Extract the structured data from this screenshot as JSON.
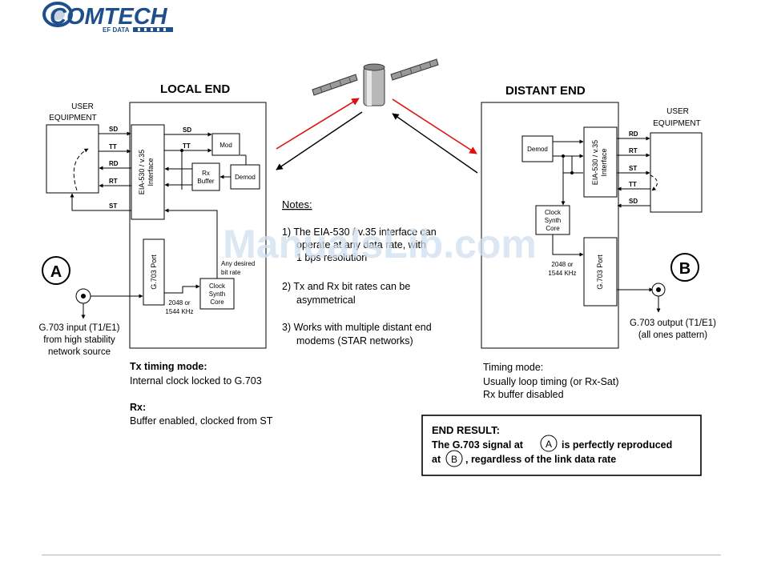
{
  "logo": {
    "brand": "COMTECH",
    "sub": "EF DATA",
    "accent": "#1f4e8c"
  },
  "watermark": "ManualsLib.com",
  "colors": {
    "uplink_arrow": "#e01010",
    "downlink_arrow": "#000000",
    "watermark": "#cfe0f0"
  },
  "local": {
    "heading": "LOCAL END",
    "user_equipment": [
      "USER",
      "EQUIPMENT"
    ],
    "signals": [
      "SD",
      "TT",
      "RD",
      "RT",
      "ST"
    ],
    "internal_signals": [
      "SD",
      "TT"
    ],
    "interface": [
      "EIA-530 / v.35",
      "Interface"
    ],
    "mod": "Mod",
    "rx_buffer": [
      "Rx",
      "Buffer"
    ],
    "demod": "Demod",
    "g703_port": "G.703 Port",
    "clock_synth": [
      "Clock",
      "Synth",
      "Core"
    ],
    "any_rate": [
      "Any desired",
      "bit rate"
    ],
    "freq": [
      "2048 or",
      "1544 KHz"
    ],
    "marker": "A",
    "input_caption": [
      "G.703 input (T1/E1)",
      "from high stability",
      "network source"
    ]
  },
  "distant": {
    "heading": "DISTANT END",
    "user_equipment": [
      "USER",
      "EQUIPMENT"
    ],
    "signals": [
      "RD",
      "RT",
      "ST",
      "TT",
      "SD"
    ],
    "demod": "Demod",
    "interface": [
      "EIA-530 / v.35",
      "Interface"
    ],
    "clock_synth": [
      "Clock",
      "Synth",
      "Core"
    ],
    "freq": [
      "2048 or",
      "1544 KHz"
    ],
    "g703_port": "G.703 Port",
    "marker": "B",
    "output_caption": [
      "G.703 output (T1/E1)",
      "(all ones pattern)"
    ]
  },
  "notes": {
    "title": "Notes:",
    "items": [
      [
        "1) The EIA-530 / v.35 interface can",
        "operate at any data rate, with",
        "1 bps resolution"
      ],
      [
        "2) Tx and Rx bit rates can be",
        "asymmetrical"
      ],
      [
        "3) Works with multiple distant end",
        "modems (STAR networks)"
      ]
    ]
  },
  "local_modes": {
    "tx_title": "Tx timing mode:",
    "tx_text": "Internal clock locked to G.703",
    "rx_title": "Rx:",
    "rx_text": "Buffer enabled, clocked from ST"
  },
  "distant_modes": {
    "title": "Timing mode:",
    "lines": [
      "Usually loop timing (or Rx-Sat)",
      "Rx buffer disabled"
    ]
  },
  "end_result": {
    "title": "END RESULT:",
    "line1_before": "The G.703 signal at",
    "marker_a": "A",
    "line1_after": "is perfectly reproduced",
    "line2_before": "at",
    "marker_b": "B",
    "line2_after": ", regardless of the link data rate"
  }
}
